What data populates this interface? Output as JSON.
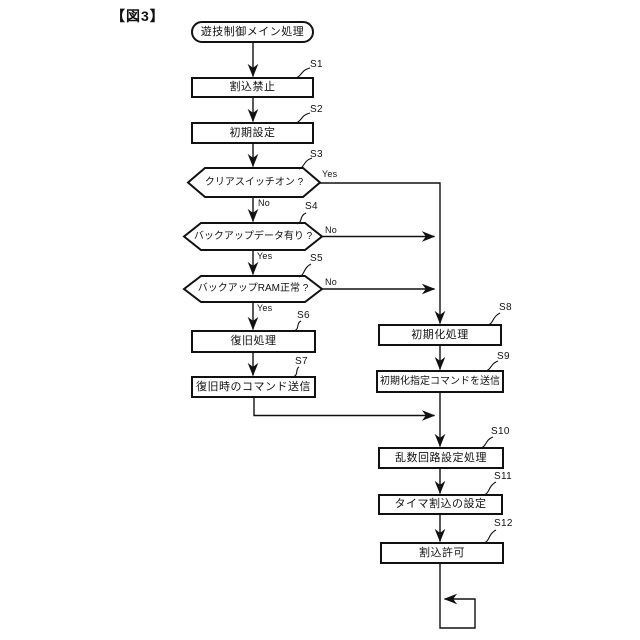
{
  "figure": {
    "title": "【図3】",
    "start": {
      "label": "遊技制御メイン処理"
    },
    "steps": [
      {
        "id": "S1",
        "label": "割込禁止",
        "type": "process"
      },
      {
        "id": "S2",
        "label": "初期設定",
        "type": "process"
      },
      {
        "id": "S3",
        "label": "クリアスイッチオン ?",
        "type": "decision"
      },
      {
        "id": "S4",
        "label": "バックアップデータ有り ?",
        "type": "decision"
      },
      {
        "id": "S5",
        "label": "バックアップRAM正常 ?",
        "type": "decision"
      },
      {
        "id": "S6",
        "label": "復旧処理",
        "type": "process"
      },
      {
        "id": "S7",
        "label": "復旧時のコマンド送信",
        "type": "process"
      },
      {
        "id": "S8",
        "label": "初期化処理",
        "type": "process"
      },
      {
        "id": "S9",
        "label": "初期化指定コマンドを送信",
        "type": "process"
      },
      {
        "id": "S10",
        "label": "乱数回路設定処理",
        "type": "process"
      },
      {
        "id": "S11",
        "label": "タイマ割込の設定",
        "type": "process"
      },
      {
        "id": "S12",
        "label": "割込許可",
        "type": "process"
      }
    ],
    "branch_labels": {
      "yes": "Yes",
      "no": "No"
    },
    "colors": {
      "line": "#111111",
      "background": "#ffffff"
    }
  }
}
